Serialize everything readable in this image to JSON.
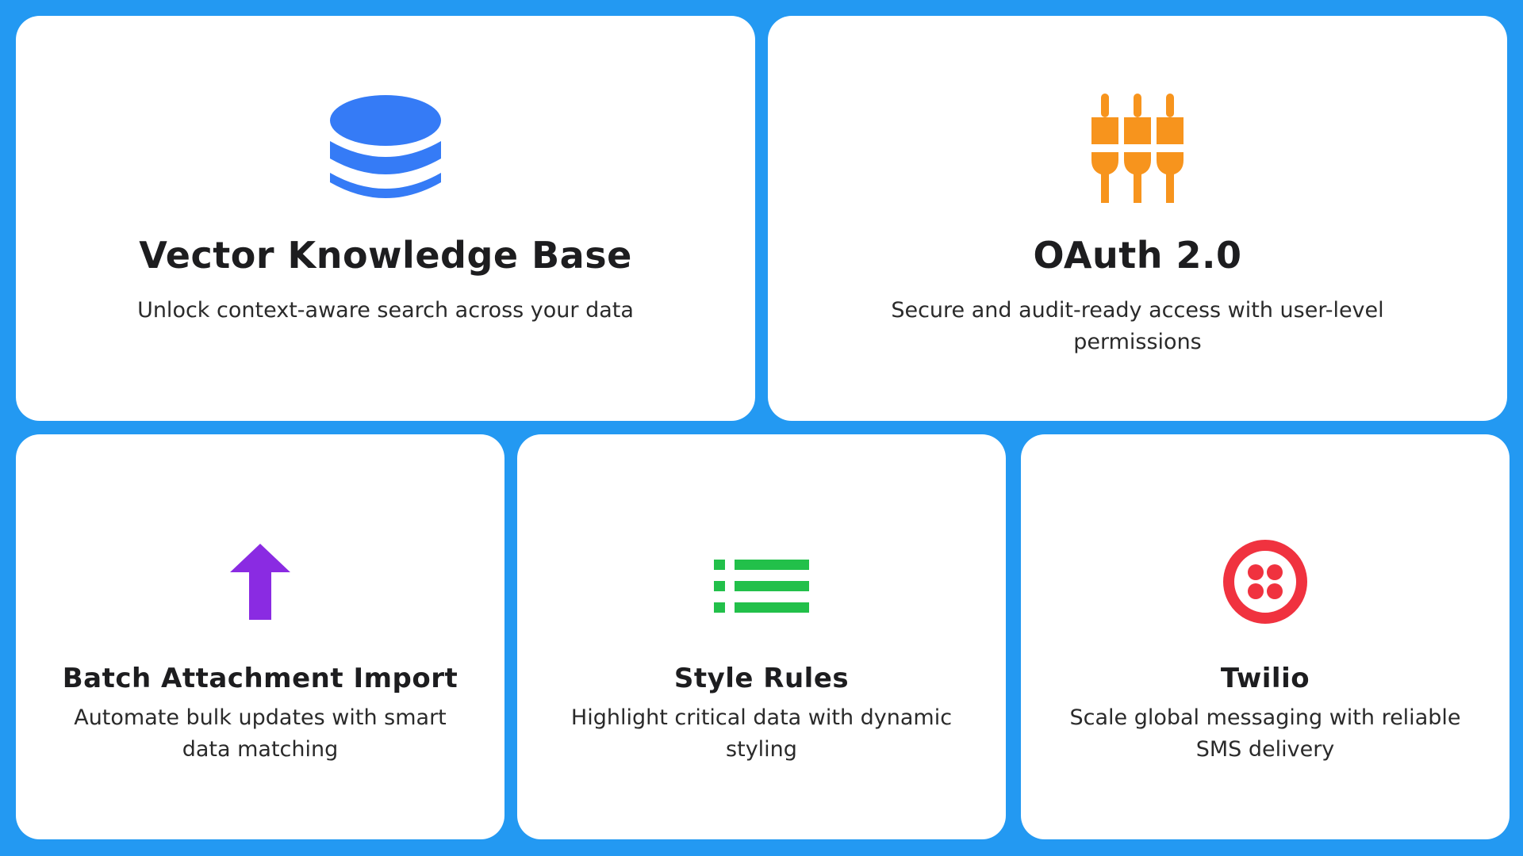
{
  "colors": {
    "background": "#2399F2",
    "card": "#FFFFFF",
    "database_icon": "#357BF6",
    "plug_icon": "#F7941D",
    "upload_icon": "#8A2BE2",
    "list_icon": "#22C04A",
    "twilio_icon": "#F0323F"
  },
  "cards": [
    {
      "icon": "database-icon",
      "title": "Vector Knowledge Base",
      "description": "Unlock context-aware search across your data"
    },
    {
      "icon": "plug-icon",
      "title": "OAuth 2.0",
      "description": "Secure and audit-ready access with user-level permissions"
    },
    {
      "icon": "upload-arrow-icon",
      "title": "Batch Attachment Import",
      "description": "Automate bulk updates with smart data matching"
    },
    {
      "icon": "list-icon",
      "title": "Style Rules",
      "description": "Highlight critical data with dynamic styling"
    },
    {
      "icon": "twilio-icon",
      "title": "Twilio",
      "description": "Scale global messaging with reliable SMS delivery"
    }
  ]
}
